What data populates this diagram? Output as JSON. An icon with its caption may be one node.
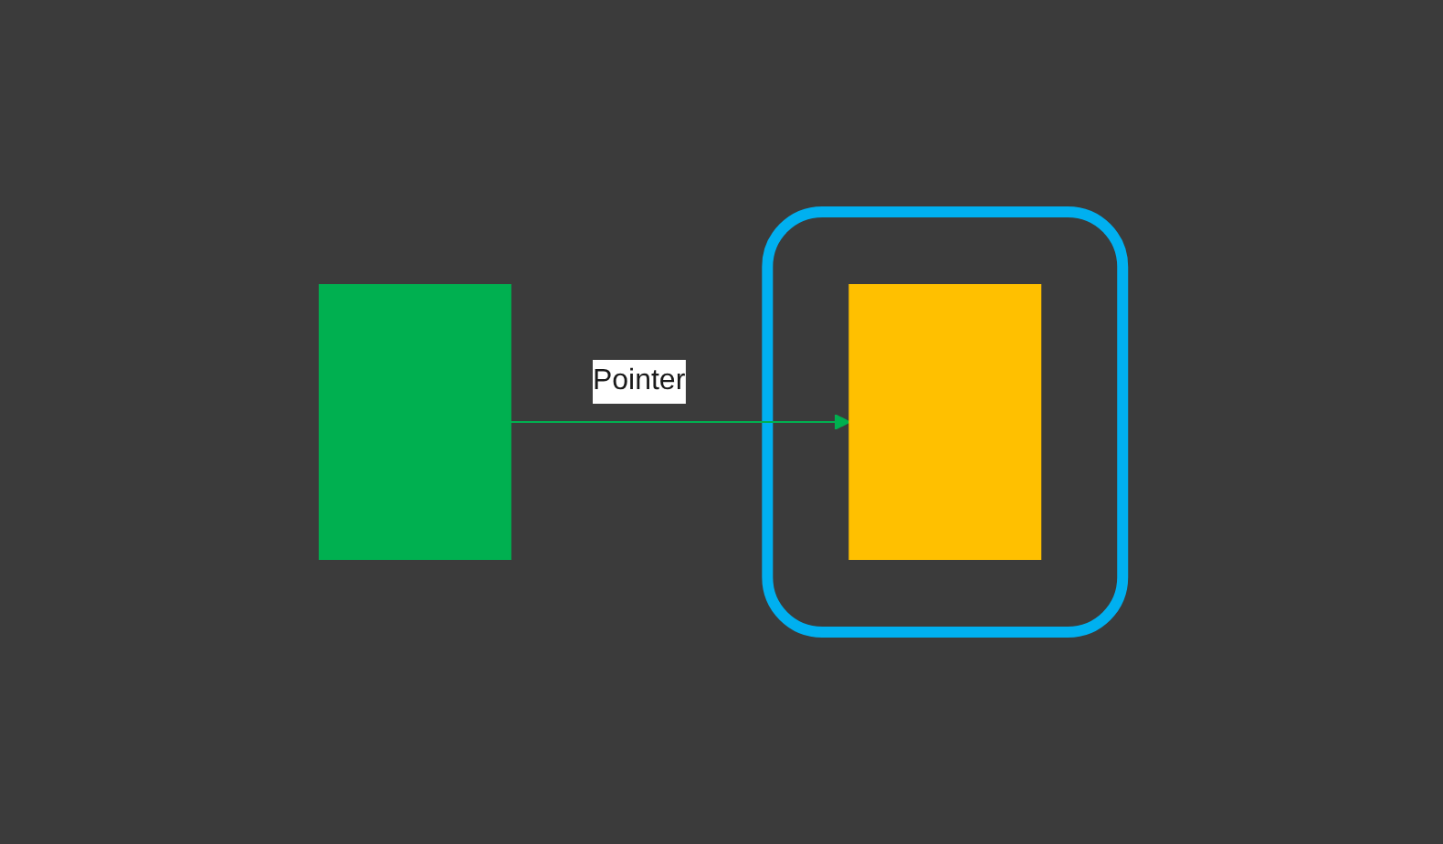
{
  "diagram": {
    "nodes": [
      {
        "text": [],
        "shape": "box"
      },
      {
        "text": [],
        "shape": "box"
      },
      {
        "text": [],
        "shape": "box",
        "in": 1
      }
    ],
    "edges": [
      {
        "from": 0,
        "to": 2,
        "arrow": "to",
        "label": "Pointer",
        "color": "#00b050"
      }
    ]
  }
}
